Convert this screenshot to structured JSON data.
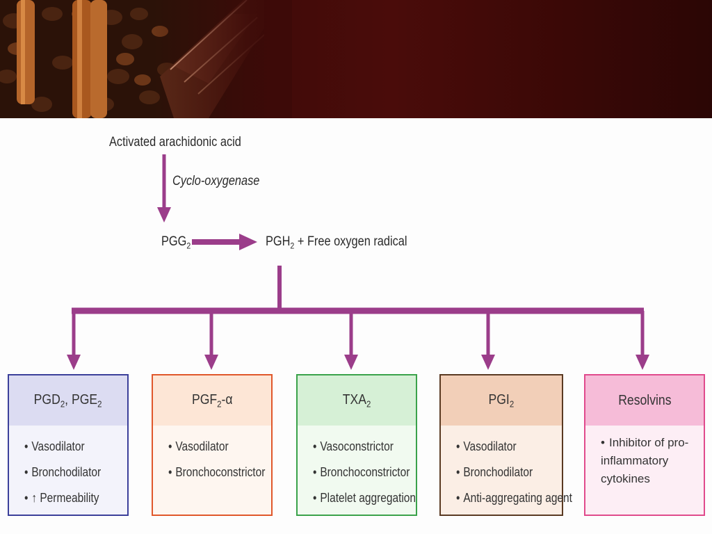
{
  "diagram": {
    "source": "Activated arachidonic acid",
    "enzyme": "Cyclo-oxygenase",
    "pgg": {
      "base": "PGG",
      "sub": "2"
    },
    "pgh": {
      "base": "PGH",
      "sub": "2",
      "rest": " + Free oxygen radical"
    },
    "boxes": [
      {
        "title_parts": [
          "PGD",
          "2",
          ", PGE",
          "2",
          ""
        ],
        "items": [
          "Vasodilator",
          "Bronchodilator",
          "↑ Permeability"
        ],
        "border": "#3b3f9a",
        "head_bg": "#dcdcf2",
        "body_bg": "#f3f3fb"
      },
      {
        "title_parts": [
          "PGF",
          "2",
          "-α",
          "",
          ""
        ],
        "items": [
          "Vasodilator",
          "Bronchoconstrictor"
        ],
        "border": "#e0572a",
        "head_bg": "#fde6d6",
        "body_bg": "#fef6f0"
      },
      {
        "title_parts": [
          "TXA",
          "2",
          "",
          "",
          ""
        ],
        "items": [
          "Vasoconstrictor",
          "Bronchoconstrictor",
          "Platelet aggregation"
        ],
        "border": "#3aa24a",
        "head_bg": "#d6f0d6",
        "body_bg": "#f1faf0"
      },
      {
        "title_parts": [
          "PGI",
          "2",
          "",
          "",
          ""
        ],
        "items": [
          "Vasodilator",
          "Bronchodilator",
          "Anti-aggregating agent"
        ],
        "border": "#5a3a22",
        "head_bg": "#f2cfb8",
        "body_bg": "#fbeee5"
      },
      {
        "title_parts": [
          "Resolvins",
          "",
          "",
          "",
          ""
        ],
        "items": [
          "Inhibitor of pro-inflammatory cytokines"
        ],
        "border": "#e04a8c",
        "head_bg": "#f6bcd8",
        "body_bg": "#fdeef5"
      }
    ],
    "arrow_color": "#9b3d8a"
  }
}
